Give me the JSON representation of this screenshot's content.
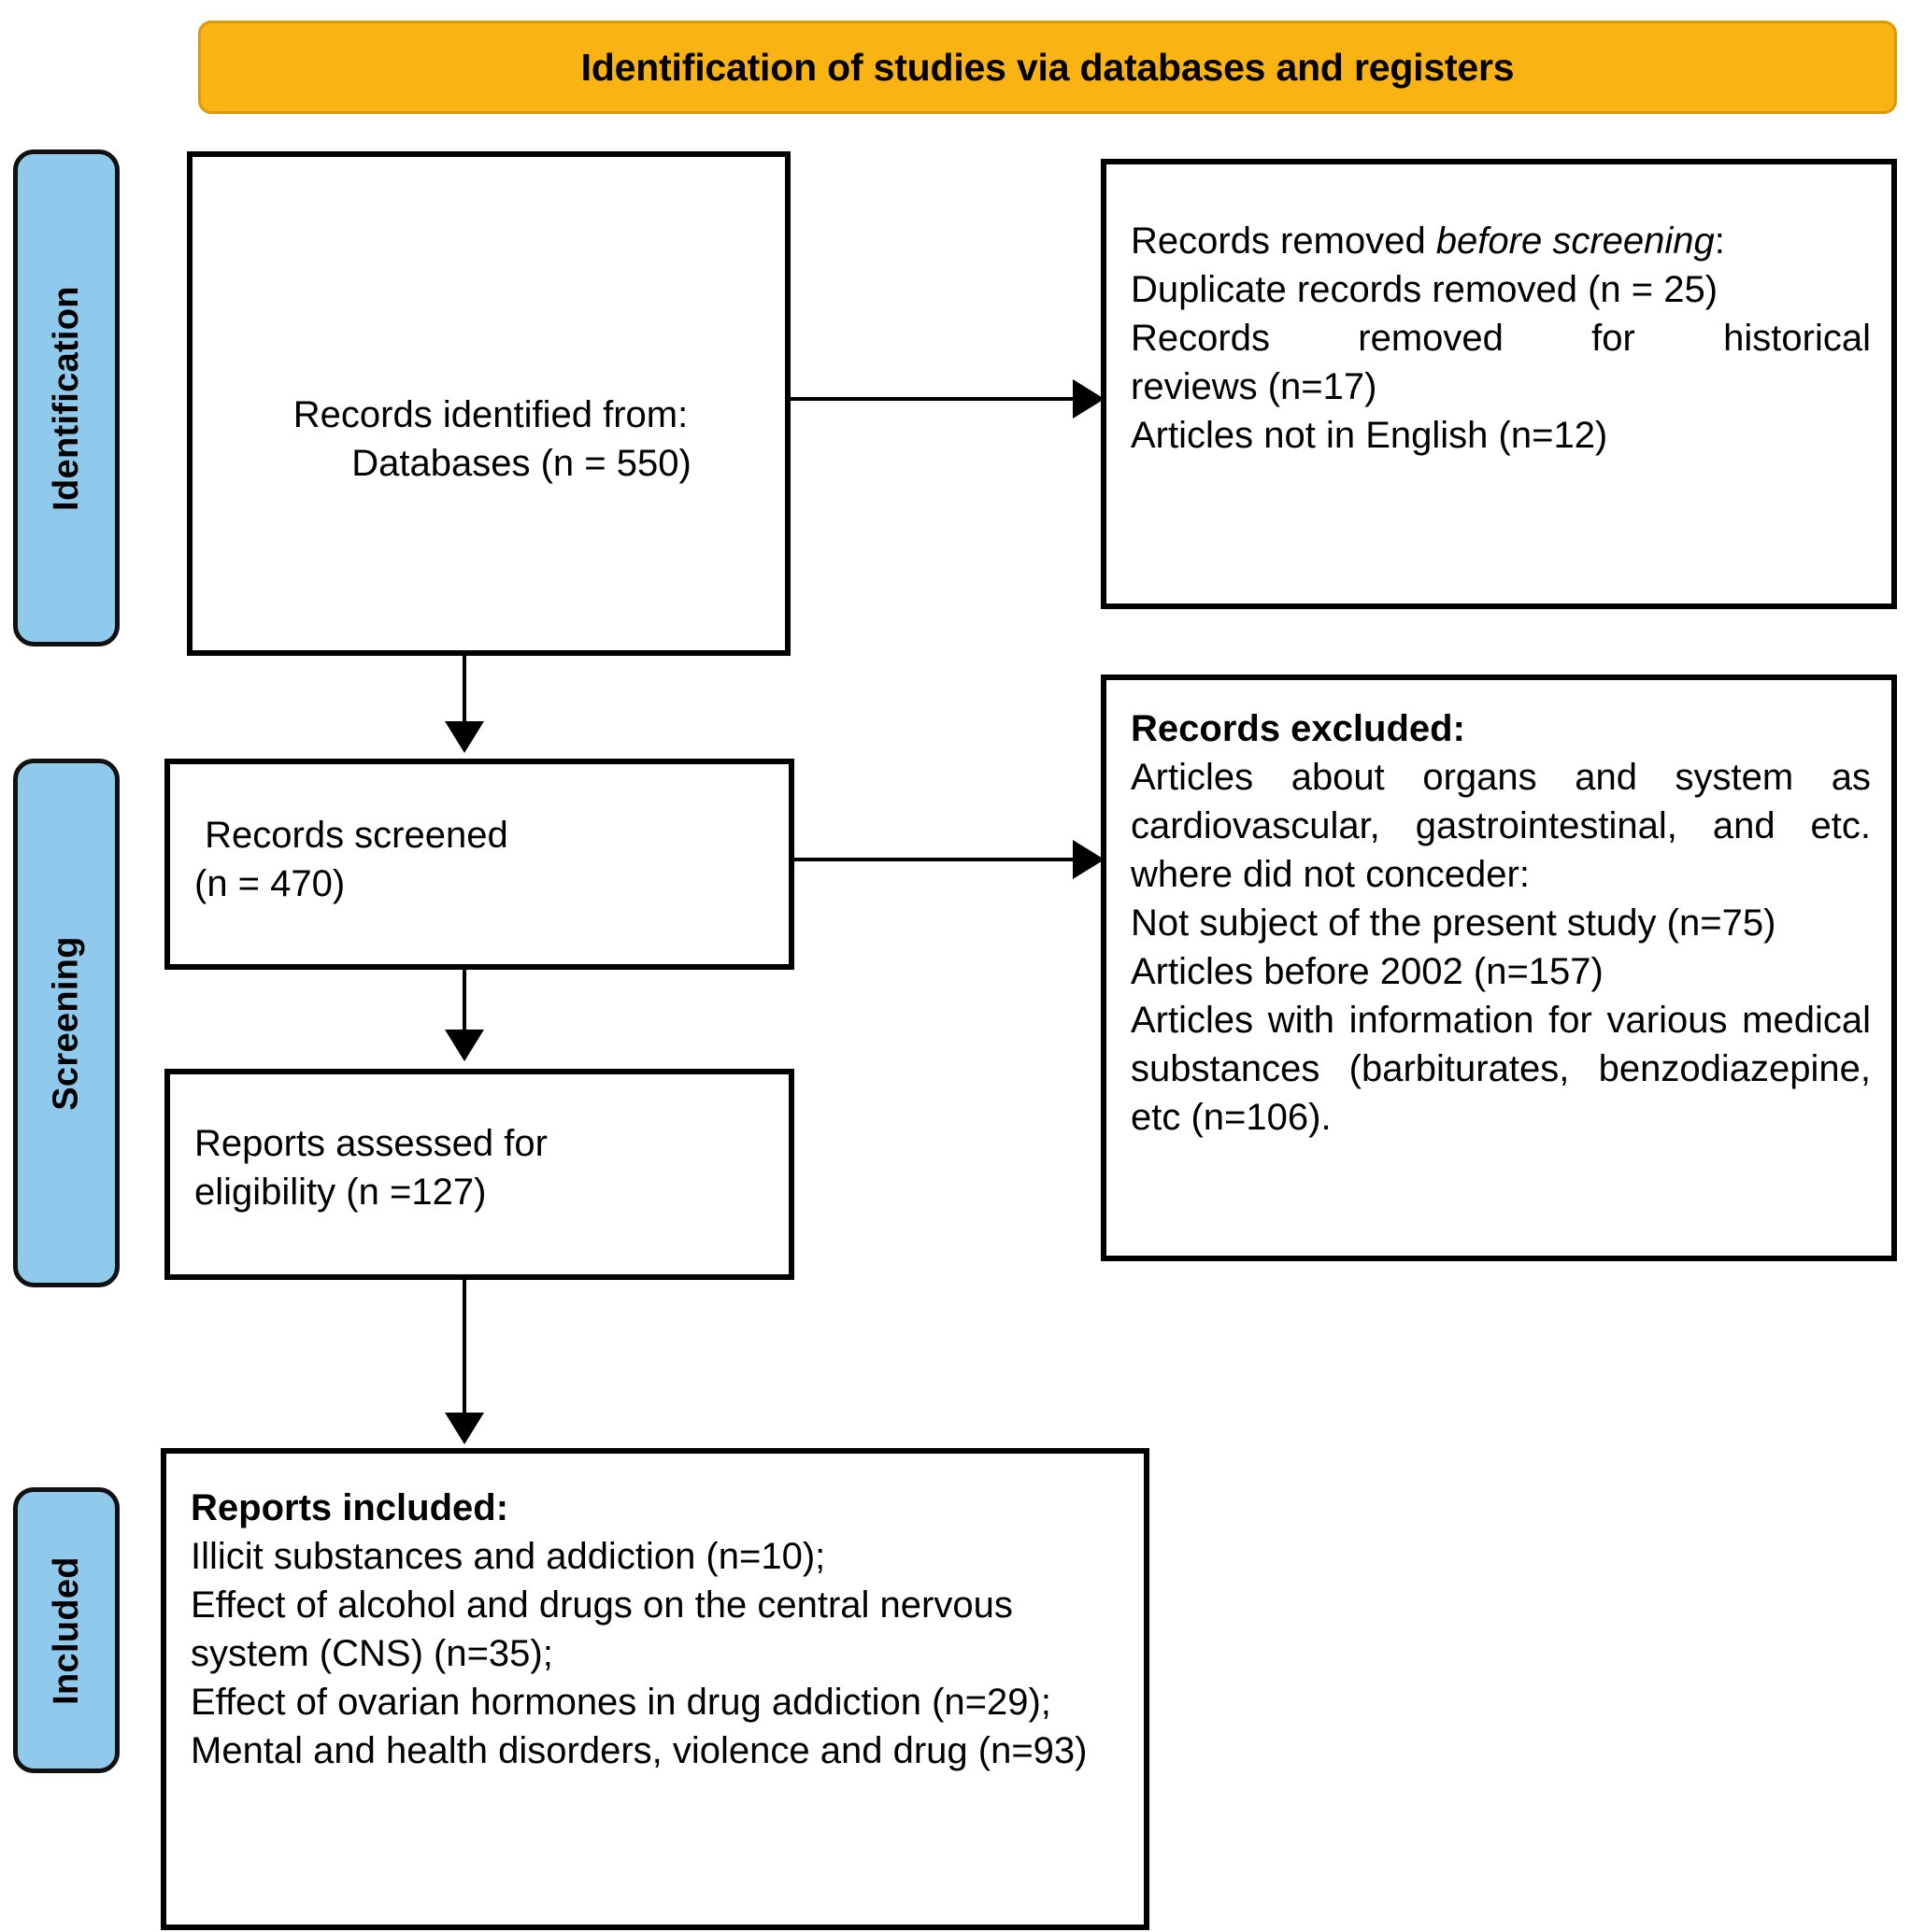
{
  "header": {
    "title": "Identification of studies via databases and registers",
    "background_color": "#F9B413",
    "border_color": "#D99A0E"
  },
  "stages": [
    {
      "id": "identification",
      "label": "Identification",
      "color": "#8FC9EC"
    },
    {
      "id": "screening",
      "label": "Screening",
      "color": "#8FC9EC"
    },
    {
      "id": "included",
      "label": "Included",
      "color": "#8FC9EC"
    }
  ],
  "boxes": {
    "identified": {
      "name": "Records identified from",
      "line1": "Records identified from:",
      "line2": "Databases (n = 550)"
    },
    "removed_before_screening": {
      "heading_plain": "Records removed ",
      "heading_italic": "before screening",
      "heading_colon": ":",
      "line1": "Duplicate records removed (n = 25)",
      "line2": "Records removed for historical",
      "line3": "reviews (n=17)",
      "line4": "Articles not in English (n=12)"
    },
    "screened": {
      "line1": " Records screened",
      "line2": "(n = 470)"
    },
    "excluded": {
      "heading": "Records excluded:",
      "line1": "Articles about organs and system as cardiovascular, gastrointestinal, and etc. where did not conceder:",
      "line2": "Not subject of the present study (n=75)",
      "line3": "Articles before 2002 (n=157)",
      "line4": "Articles with information for various medical substances (barbiturates, benzodiazepine, etc (n=106)."
    },
    "eligibility": {
      "line1": "Reports assessed for",
      "line2": "eligibility (n =127)"
    },
    "included": {
      "heading": "Reports included:",
      "line1": "Illicit substances and addiction (n=10);",
      "line2": "Effect of alcohol and drugs on the central nervous system (CNS) (n=35);",
      "line3": "Effect of ovarian hormones in drug addiction (n=29);",
      "line4": "Mental and health disorders, violence and drug (n=93)"
    }
  },
  "connectors": [
    {
      "name": "identified-to-screened",
      "type": "arrow-down"
    },
    {
      "name": "identified-to-removed",
      "type": "arrow-right"
    },
    {
      "name": "screened-to-eligibility",
      "type": "arrow-down"
    },
    {
      "name": "screened-to-excluded",
      "type": "arrow-right"
    },
    {
      "name": "eligibility-to-included",
      "type": "arrow-down"
    }
  ]
}
